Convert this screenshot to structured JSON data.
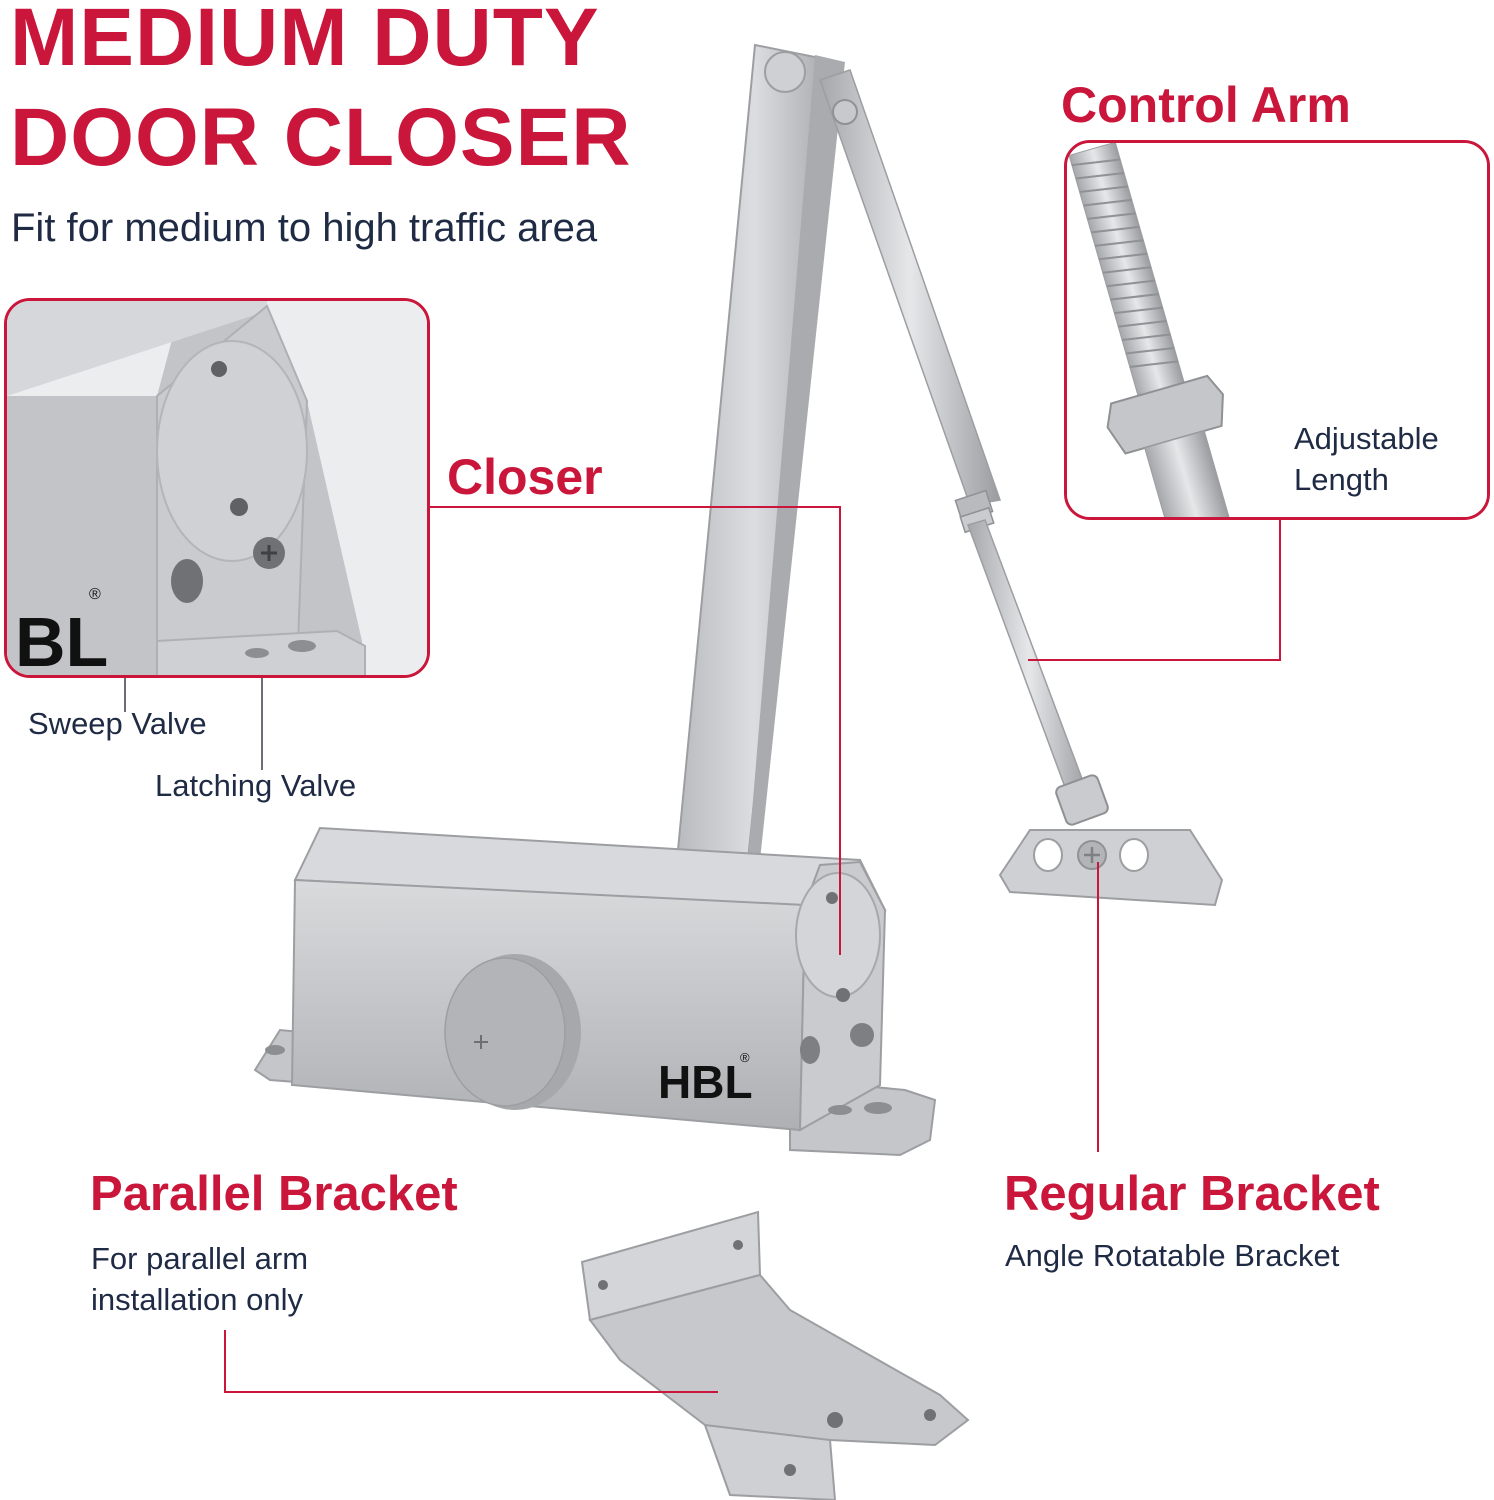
{
  "header": {
    "title_line1": "MEDIUM DUTY",
    "title_line2": "DOOR CLOSER",
    "subtitle": "Fit for medium to high traffic area"
  },
  "labels": {
    "closer": "Closer",
    "control_arm": "Control Arm",
    "adjustable_line1": "Adjustable",
    "adjustable_line2": "Length",
    "sweep_valve": "Sweep Valve",
    "latching_valve": "Latching Valve",
    "parallel_bracket": "Parallel Bracket",
    "parallel_desc_line1": "For parallel arm",
    "parallel_desc_line2": "installation only",
    "regular_bracket": "Regular Bracket",
    "regular_desc": "Angle Rotatable Bracket"
  },
  "colors": {
    "accent": "#c9163a",
    "text_dark": "#1f2a44",
    "metal": "#c7c9cc"
  },
  "icons": {
    "main": "door-closer-illustration",
    "closer_detail": "closer-valve-closeup",
    "arm_detail": "threaded-rod-closeup",
    "parallel": "parallel-bracket-illustration"
  }
}
